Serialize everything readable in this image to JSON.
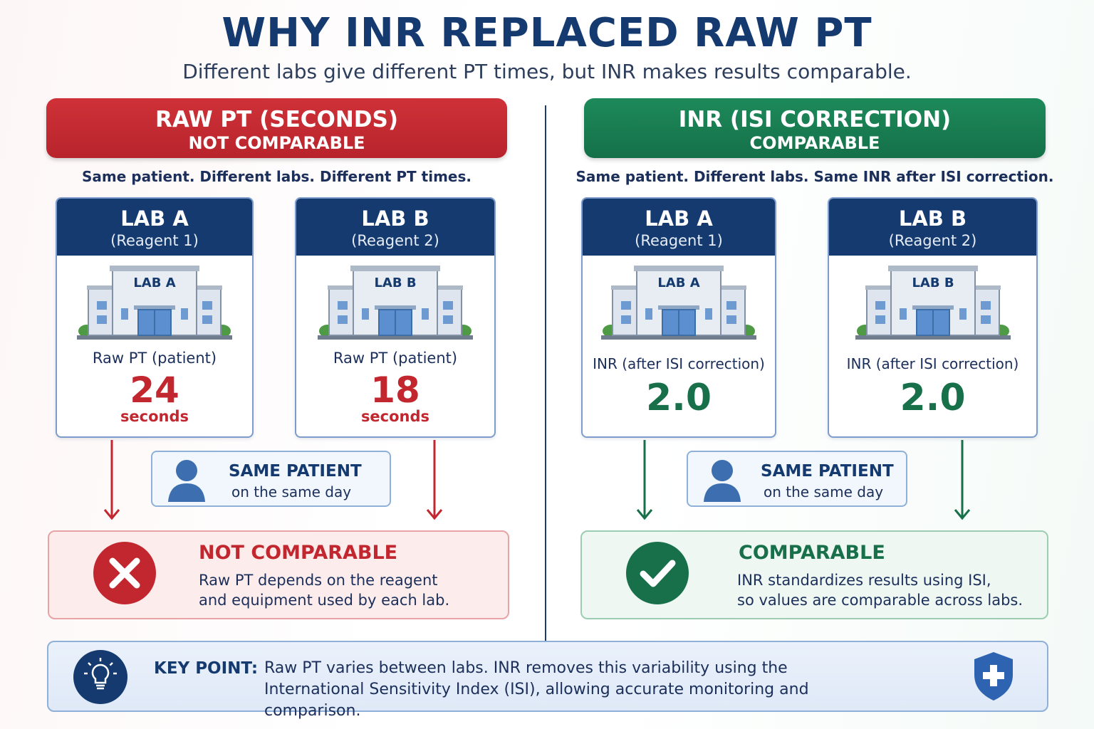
{
  "title": "WHY INR REPLACED RAW PT",
  "subtitle": "Different labs give different PT times, but INR makes results comparable.",
  "left": {
    "banner_line1": "RAW PT (SECONDS)",
    "banner_line2": "NOT COMPARABLE",
    "caption": "Same patient. Different labs. Different PT times.",
    "labs": [
      {
        "name": "LAB A",
        "reagent": "(Reagent 1)",
        "building_sign": "LAB A",
        "measure_label": "Raw PT (patient)",
        "value": "24",
        "unit": "seconds"
      },
      {
        "name": "LAB B",
        "reagent": "(Reagent 2)",
        "building_sign": "LAB B",
        "measure_label": "Raw PT (patient)",
        "value": "18",
        "unit": "seconds"
      }
    ],
    "patient_title": "SAME PATIENT",
    "patient_sub": "on the same day",
    "result_title": "NOT COMPARABLE",
    "result_line1": "Raw PT depends on the reagent",
    "result_line2": "and equipment used by each lab."
  },
  "right": {
    "banner_line1": "INR (ISI CORRECTION)",
    "banner_line2": "COMPARABLE",
    "caption": "Same patient. Different labs. Same INR after ISI correction.",
    "labs": [
      {
        "name": "LAB A",
        "reagent": "(Reagent 1)",
        "building_sign": "LAB A",
        "measure_label": "INR (after ISI correction)",
        "value": "2.0"
      },
      {
        "name": "LAB B",
        "reagent": "(Reagent 2)",
        "building_sign": "LAB B",
        "measure_label": "INR (after ISI correction)",
        "value": "2.0"
      }
    ],
    "patient_title": "SAME PATIENT",
    "patient_sub": "on the same day",
    "result_title": "COMPARABLE",
    "result_line1": "INR standardizes results using ISI,",
    "result_line2": "so values are comparable across labs."
  },
  "key_point": {
    "label": "KEY POINT:",
    "text": "Raw PT varies between labs. INR removes this variability using the International Sensitivity Index (ISI), allowing accurate monitoring and comparison."
  },
  "icons": {
    "building": "lab-building-icon",
    "patient": "person-icon",
    "not_comparable": "x-circle-icon",
    "comparable": "check-circle-icon",
    "key_point": "lightbulb-icon",
    "shield": "shield-cross-icon"
  },
  "colors": {
    "navy": "#143a70",
    "red": "#c2262e",
    "green": "#17704a",
    "light_blue": "#f2f7fd"
  }
}
